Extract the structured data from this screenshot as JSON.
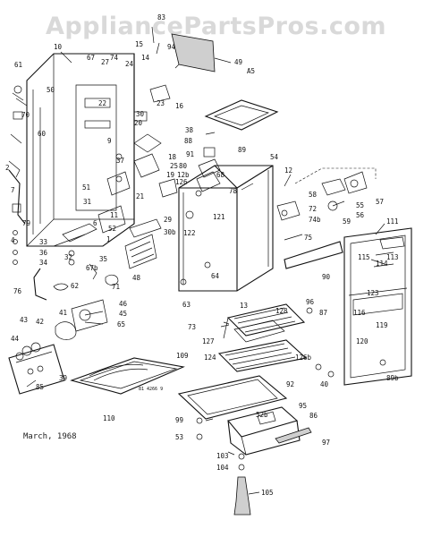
{
  "watermark": "AppliancePartsPros.com",
  "date_label": "March, 1968",
  "small_note": "81 4266 9",
  "callouts": [
    "61",
    "10",
    "83",
    "15",
    "94",
    "49",
    "A5",
    "67",
    "27",
    "74",
    "14",
    "24",
    "50",
    "22",
    "23",
    "16",
    "70",
    "60",
    "30",
    "38",
    "9",
    "88",
    "91",
    "89",
    "54",
    "12",
    "21",
    "18",
    "25",
    "80",
    "68",
    "12b",
    "126",
    "19",
    "78",
    "58",
    "57",
    "55",
    "56",
    "37",
    "51",
    "52",
    "6",
    "11",
    "1",
    "79",
    "36",
    "34",
    "33",
    "67b",
    "29",
    "30b",
    "48",
    "121",
    "122",
    "72",
    "74b",
    "59",
    "111",
    "115",
    "113",
    "114",
    "76",
    "62",
    "71",
    "35",
    "63",
    "64",
    "90",
    "75",
    "96",
    "87",
    "123",
    "116",
    "119",
    "120",
    "46",
    "45",
    "41",
    "43",
    "42",
    "44",
    "65",
    "73",
    "127",
    "128",
    "109",
    "124",
    "126b",
    "89b",
    "92",
    "40",
    "39",
    "85",
    "110",
    "99",
    "52b",
    "95",
    "86",
    "97",
    "53",
    "103",
    "104",
    "105",
    "13",
    "31",
    "32",
    "7",
    "4",
    "20",
    "2"
  ]
}
